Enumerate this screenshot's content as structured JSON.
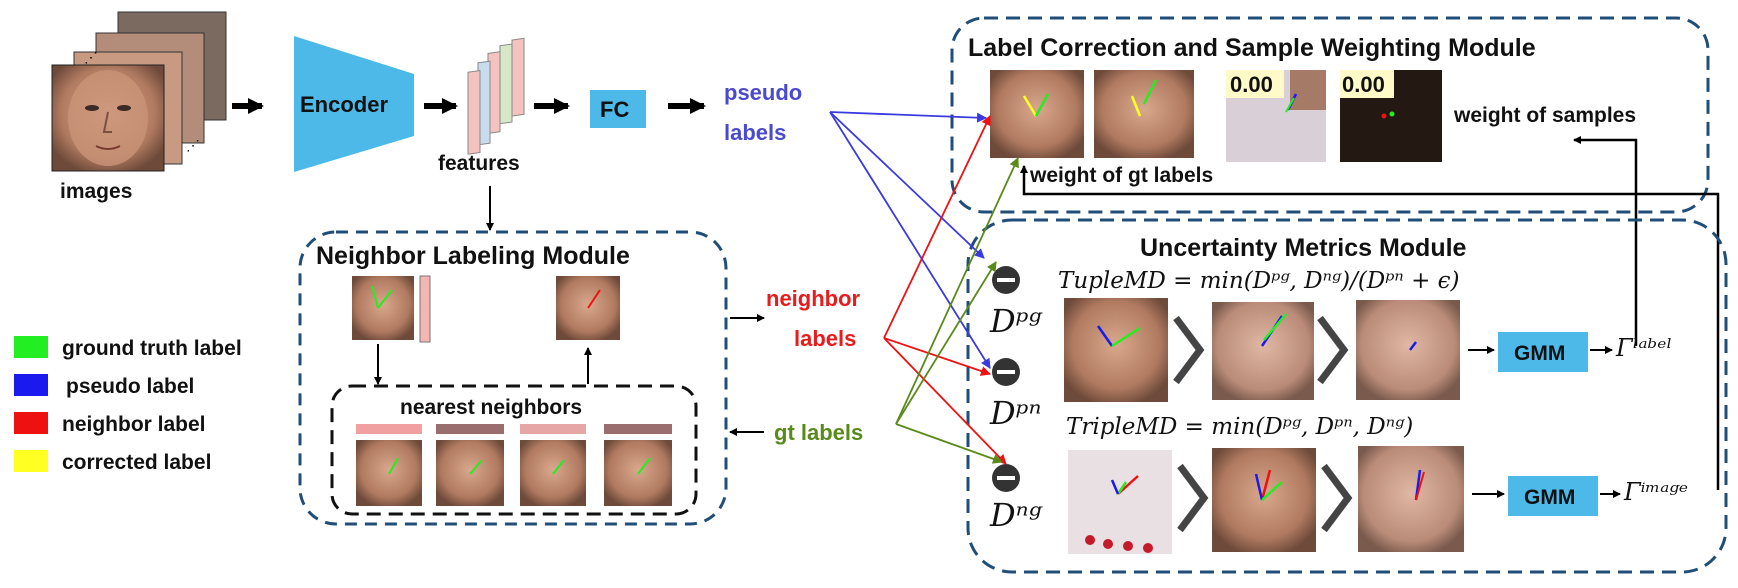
{
  "colors": {
    "gt": "#22ee22",
    "pseudo": "#1a1aee",
    "neighbor": "#ee1111",
    "corrected": "#ffff22",
    "module_border": "#1f4e79",
    "box_fill": "#4cb9e8",
    "pseudo_text": "#4a4ad0",
    "neighbor_text": "#e81c1c",
    "gt_text": "#5a8a1a"
  },
  "pipeline": {
    "images_label": "images",
    "encoder_label": "Encoder",
    "features_label": "features",
    "fc_label": "FC",
    "pseudo_labels_line1": "pseudo",
    "pseudo_labels_line2": "labels",
    "neighbor_labels_line1": "neighbor",
    "neighbor_labels_line2": "labels",
    "gt_labels": "gt labels"
  },
  "neighbor_module": {
    "title": "Neighbor Labeling Module",
    "nearest_neighbors": "nearest neighbors"
  },
  "legend": {
    "items": [
      {
        "label": "ground truth label",
        "color_key": "gt"
      },
      {
        "label": "pseudo label",
        "color_key": "pseudo"
      },
      {
        "label": "neighbor label",
        "color_key": "neighbor"
      },
      {
        "label": "corrected label",
        "color_key": "corrected"
      }
    ]
  },
  "label_correction": {
    "title": "Label Correction and Sample Weighting Module",
    "weight_gt": "weight of gt labels",
    "weight_samples": "weight of samples",
    "score_a": "0.00",
    "score_b": "0.00"
  },
  "uncertainty": {
    "title": "Uncertainty Metrics Module",
    "tuple_formula": "TupleMD = min(Dᵖᵍ, Dⁿᵍ)/(Dᵖⁿ + ϵ)",
    "triple_formula": "TripleMD = min(Dᵖᵍ, Dᵖⁿ, Dⁿᵍ)",
    "d_pg": "Dᵖᵍ",
    "d_pn": "Dᵖⁿ",
    "d_ng": "Dⁿᵍ",
    "gmm_1": "GMM",
    "gmm_2": "GMM",
    "gamma_label": "Γˡᵃᵇᵉˡ",
    "gamma_image": "Γⁱᵐᵃᵍᵉ"
  }
}
